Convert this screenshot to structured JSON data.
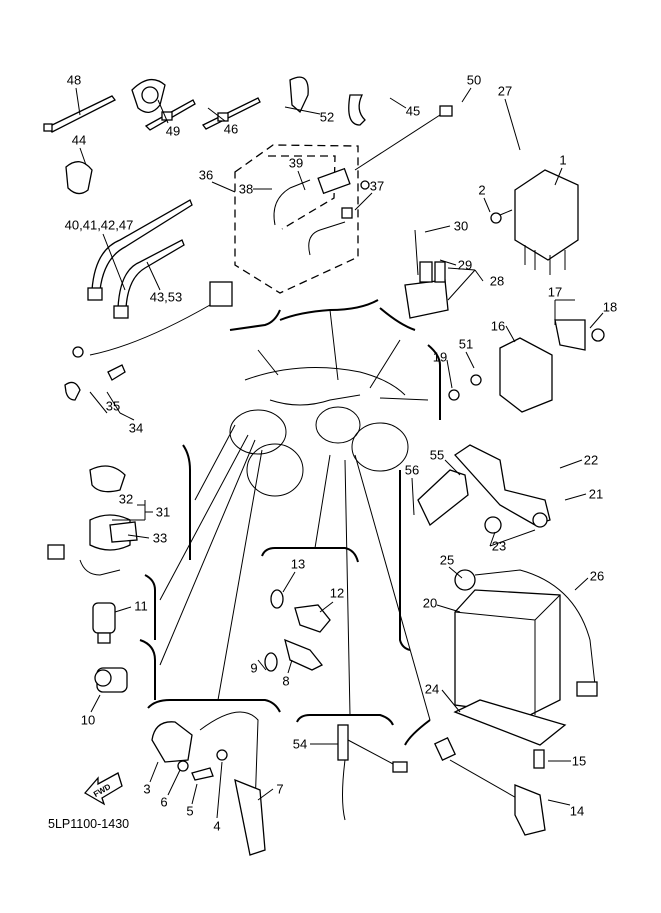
{
  "diagram_code": "5LP1100-1430",
  "direction_arrow": "FWD",
  "callouts": [
    "48",
    "49",
    "46",
    "52",
    "45",
    "50",
    "27",
    "44",
    "36",
    "38",
    "39",
    "37",
    "1",
    "2",
    "30",
    "40,41,42,47",
    "43,53",
    "29",
    "28",
    "17",
    "18",
    "16",
    "51",
    "19",
    "35",
    "34",
    "22",
    "55",
    "56",
    "21",
    "32",
    "31",
    "23",
    "33",
    "25",
    "26",
    "13",
    "12",
    "20",
    "11",
    "9",
    "8",
    "24",
    "10",
    "54",
    "15",
    "7",
    "3",
    "6",
    "5",
    "4",
    "14"
  ]
}
